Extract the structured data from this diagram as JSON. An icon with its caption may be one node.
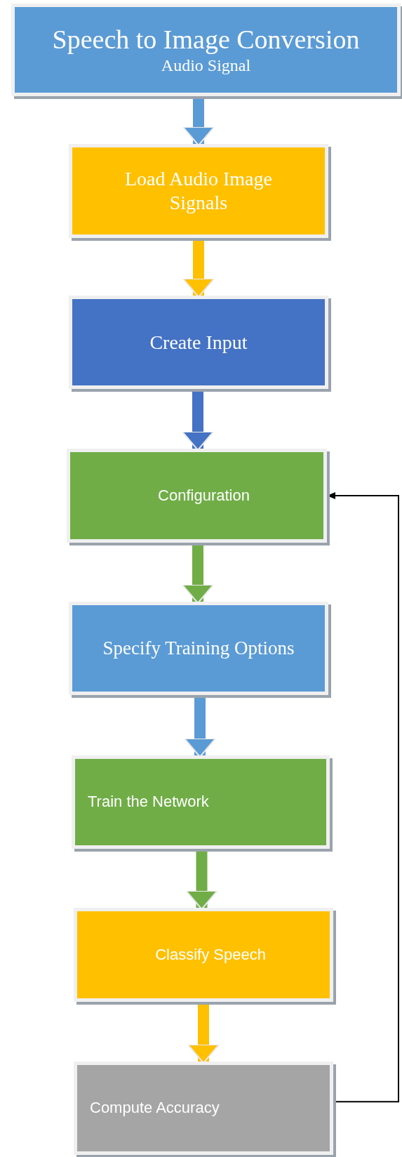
{
  "diagram": {
    "nodes": [
      {
        "text": [
          "Speech to Image Conversion",
          "Audio Signal"
        ]
      },
      {
        "text": [
          "Load Audio Image Signals"
        ]
      },
      {
        "text": [
          "Create Input"
        ]
      },
      {
        "text": [
          "Configuration"
        ]
      },
      {
        "text": [
          "Specify Training Options"
        ]
      },
      {
        "text": [
          "Train the Network"
        ]
      },
      {
        "text": [
          "Classify Speech"
        ]
      },
      {
        "text": [
          "Compute Accuracy"
        ]
      }
    ],
    "edges": [
      {
        "from": 0,
        "to": 1,
        "arrow": "to",
        "color": "#5b9bd5"
      },
      {
        "from": 1,
        "to": 2,
        "arrow": "to",
        "color": "#ffc000"
      },
      {
        "from": 2,
        "to": 3,
        "arrow": "to",
        "color": "#4472c4"
      },
      {
        "from": 3,
        "to": 4,
        "arrow": "to",
        "color": "#70ad47"
      },
      {
        "from": 4,
        "to": 5,
        "arrow": "to",
        "color": "#5b9bd5"
      },
      {
        "from": 5,
        "to": 6,
        "arrow": "to",
        "color": "#70ad47"
      },
      {
        "from": 6,
        "to": 7,
        "arrow": "to",
        "color": "#ffc000"
      },
      {
        "from": 7,
        "to": 3,
        "arrow": "to",
        "color": "#000000"
      }
    ]
  }
}
